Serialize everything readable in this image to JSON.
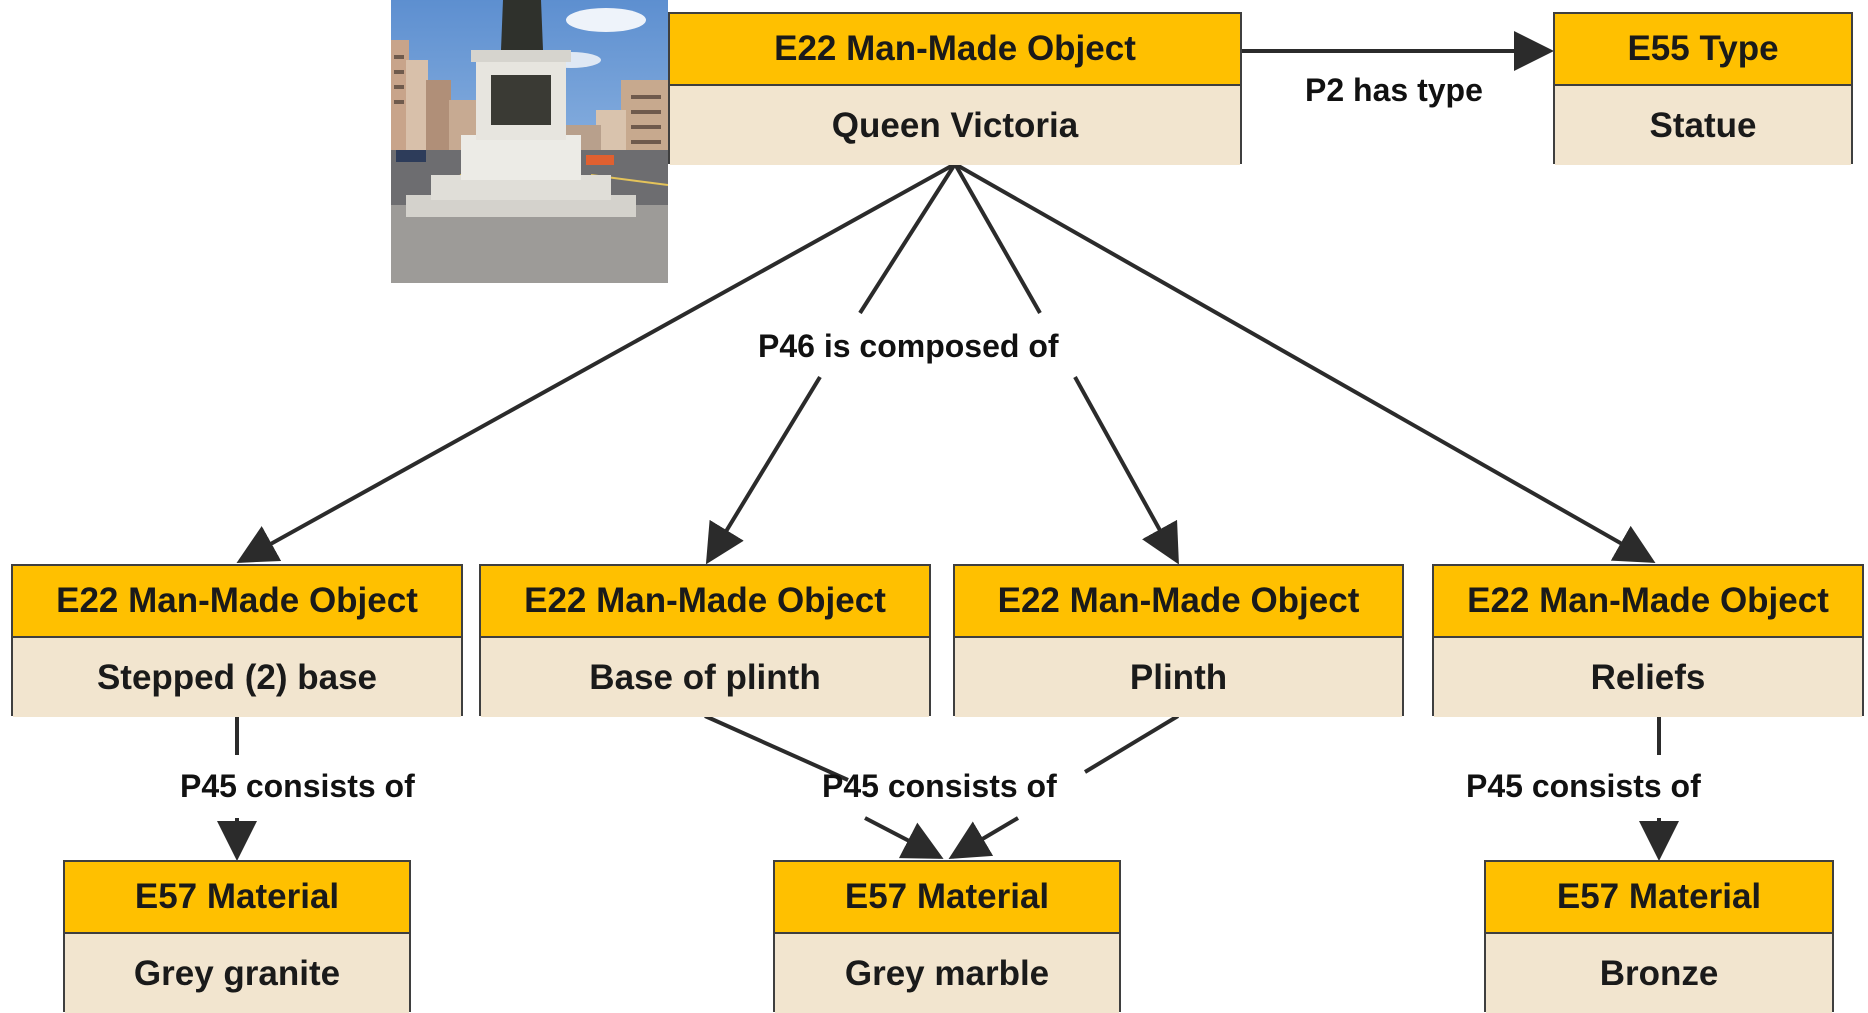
{
  "colors": {
    "header": "#ffc000",
    "value": "#f2e5cf",
    "line": "#2b2b2b"
  },
  "photo": {
    "icon": "statue-photo"
  },
  "nodes": {
    "queen_victoria": {
      "class": "E22 Man-Made  Object",
      "value": "Queen Victoria"
    },
    "type_statue": {
      "class": "E55 Type",
      "value": "Statue"
    },
    "stepped_base": {
      "class": "E22 Man-Made  Object",
      "value": "Stepped (2) base"
    },
    "base_plinth": {
      "class": "E22 Man-Made  Object",
      "value": "Base of plinth"
    },
    "plinth": {
      "class": "E22 Man-Made  Object",
      "value": "Plinth"
    },
    "reliefs": {
      "class": "E22 Man-Made  Object",
      "value": "Reliefs"
    },
    "granite": {
      "class": "E57 Material",
      "value": "Grey granite"
    },
    "marble": {
      "class": "E57 Material",
      "value": "Grey marble"
    },
    "bronze": {
      "class": "E57 Material",
      "value": "Bronze"
    }
  },
  "relations": {
    "has_type": "P2 has type",
    "composed_of": "P46 is composed of",
    "consists_left": "P45 consists of",
    "consists_mid": "P45 consists of",
    "consists_right": "P45 consists of"
  }
}
